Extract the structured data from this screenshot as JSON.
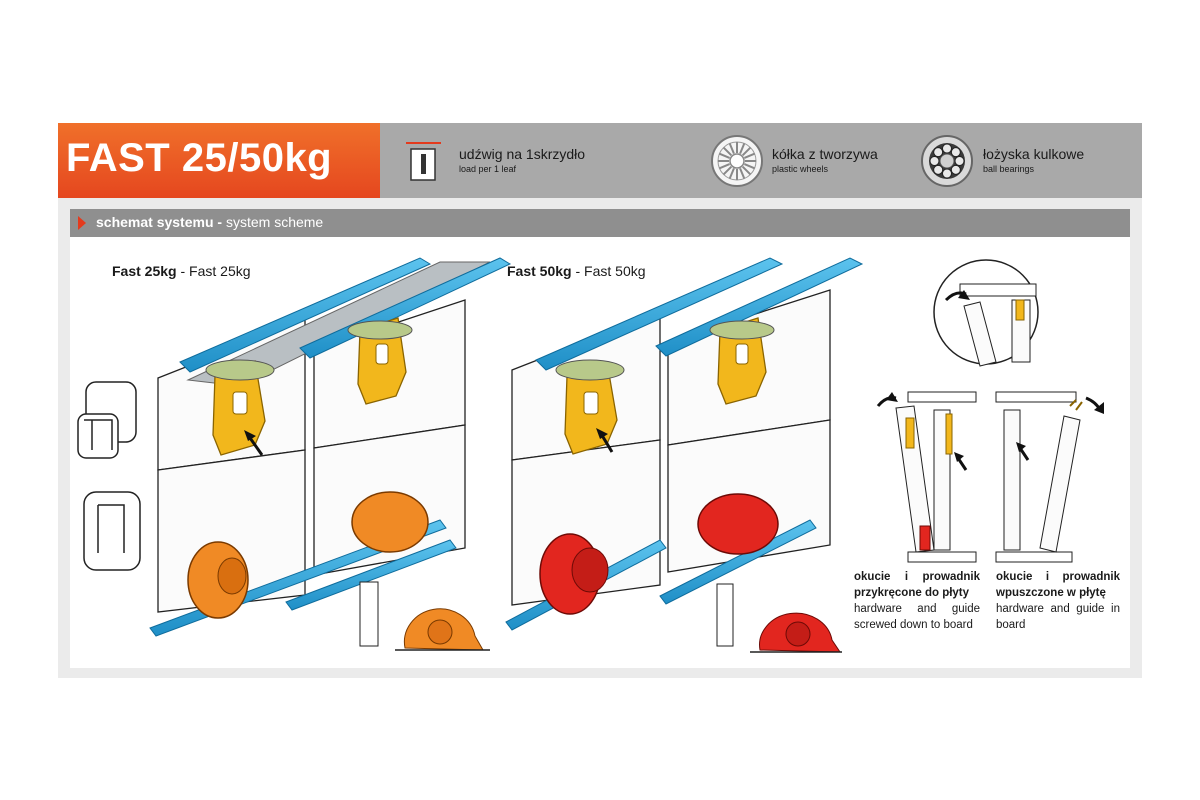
{
  "header": {
    "title": "FAST 25/50kg",
    "features": [
      {
        "pl": "udźwig na 1skrzydło",
        "en": "load per 1 leaf",
        "icon": "load-icon"
      },
      {
        "pl": "kółka z tworzywa",
        "en": "plastic wheels",
        "icon": "plastic-wheel-icon"
      },
      {
        "pl": "łożyska kulkowe",
        "en": "ball bearings",
        "icon": "ball-bearing-icon"
      }
    ]
  },
  "section": {
    "pl": "schemat systemu",
    "sep": " - ",
    "en": "system scheme"
  },
  "diagrams": {
    "fast25": {
      "pl": "Fast 25kg",
      "sep": " - ",
      "en": "Fast 25kg"
    },
    "fast50": {
      "pl": "Fast 50kg",
      "sep": " - ",
      "en": "Fast 50kg"
    }
  },
  "captions": {
    "screwed": {
      "pl": "okucie i prowadnik przykręcone do płyty",
      "en": "hardware and guide screwed down to board"
    },
    "inboard": {
      "pl": "okucie i prowadnik wpuszczone w płytę",
      "en": "hardware and guide in board"
    }
  },
  "colors": {
    "accent_orange": "#e5471f",
    "rail_blue": "#2fa7dc",
    "hanger_yellow": "#f2b71c",
    "wheel_orange": "#f08a25",
    "wheel_red": "#e2261f",
    "header_gray": "#a9a9a9"
  }
}
